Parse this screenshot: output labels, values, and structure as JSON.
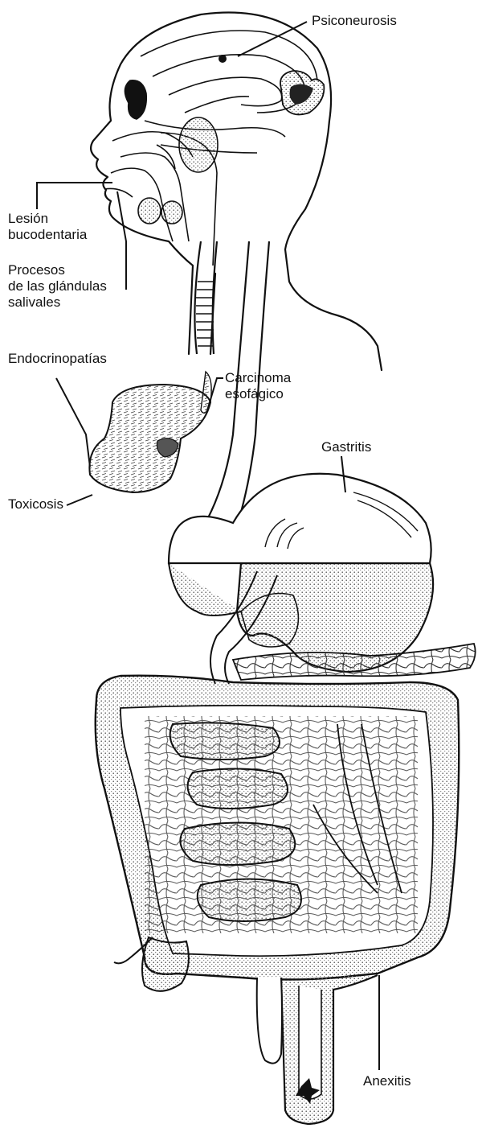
{
  "labels": {
    "psiconeurosis": "Psiconeurosis",
    "lesion": "Lesión\nbucodentaria",
    "procesos": "Procesos\nde las glándulas\nsalivales",
    "endocrinopatias": "Endocrinopatías",
    "carcinoma": "Carcinoma\nesofágico",
    "gastritis": "Gastritis",
    "toxicosis": "Toxicosis",
    "anexitis": "Anexitis"
  },
  "colors": {
    "ink": "#111111",
    "stipple": "#9a9a9a",
    "paper": "#ffffff"
  }
}
